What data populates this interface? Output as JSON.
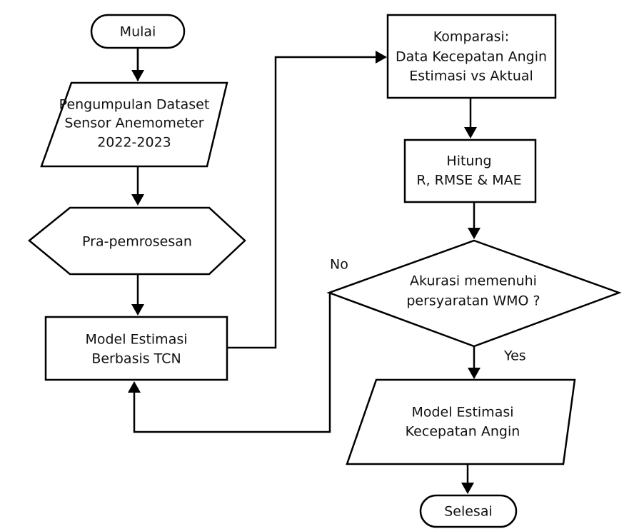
{
  "colors": {
    "stroke": "#000000",
    "background": "#ffffff",
    "text": "#111111"
  },
  "nodes": {
    "mulai": {
      "shape": "terminator",
      "lines": [
        "Mulai"
      ]
    },
    "pengumpulan": {
      "shape": "parallelogram",
      "lines": [
        "Pengumpulan Dataset",
        "Sensor Anemometer",
        "2022-2023"
      ]
    },
    "pra": {
      "shape": "hexagon",
      "lines": [
        "Pra-pemrosesan"
      ]
    },
    "model_tcn": {
      "shape": "process",
      "lines": [
        "Model Estimasi",
        "Berbasis TCN"
      ]
    },
    "komparasi": {
      "shape": "process",
      "lines": [
        "Komparasi:",
        "Data Kecepatan Angin",
        "Estimasi vs Aktual"
      ]
    },
    "hitung": {
      "shape": "process",
      "lines": [
        "Hitung",
        "R, RMSE & MAE"
      ]
    },
    "akurasi": {
      "shape": "decision",
      "lines": [
        "Akurasi memenuhi",
        "persyaratan WMO ?"
      ]
    },
    "model_angin": {
      "shape": "parallelogram",
      "lines": [
        "Model Estimasi",
        "Kecepatan Angin"
      ]
    },
    "selesai": {
      "shape": "terminator",
      "lines": [
        "Selesai"
      ]
    }
  },
  "edges": {
    "no_label": "No",
    "yes_label": "Yes"
  }
}
